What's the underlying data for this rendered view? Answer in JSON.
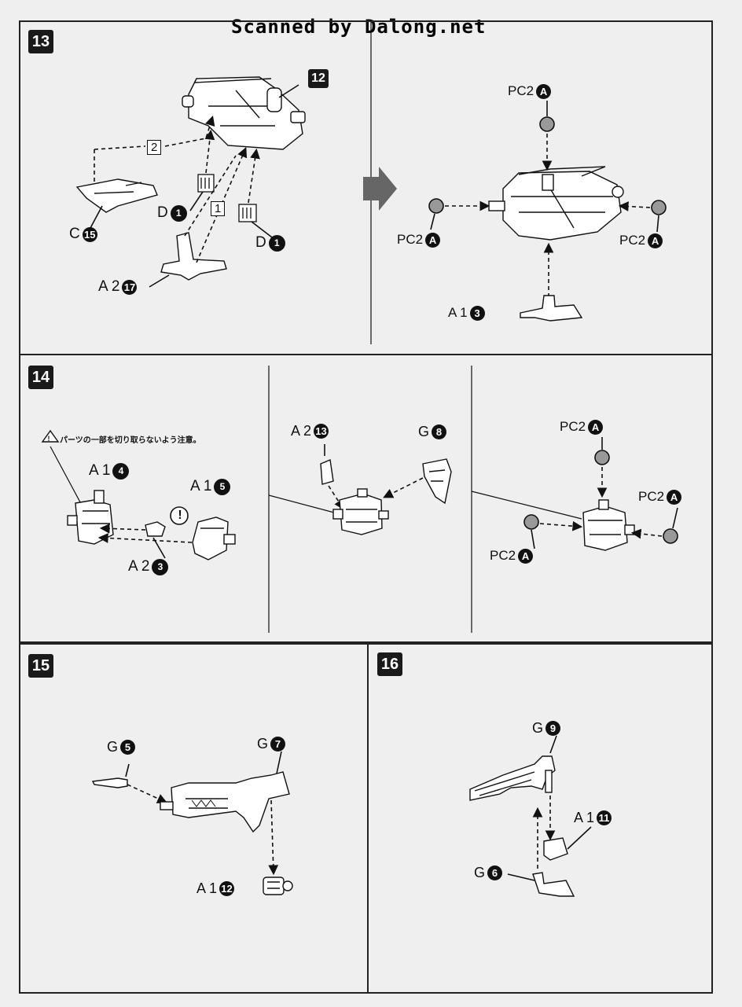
{
  "header": "Scanned by Dalong.net",
  "steps": {
    "s13": {
      "num": "13",
      "labels": {
        "p12": "12",
        "step2": "2",
        "step1": "1",
        "d1a": {
          "letter": "D",
          "num": "1"
        },
        "c15": {
          "letter": "C",
          "num": "15"
        },
        "d1b": {
          "letter": "D",
          "num": "1"
        },
        "a2_17": {
          "letter": "A 2",
          "num": "17"
        },
        "pc2_top": {
          "letter": "PC2",
          "num": "A"
        },
        "pc2_left": {
          "letter": "PC2",
          "num": "A"
        },
        "pc2_right": {
          "letter": "PC2",
          "num": "A"
        },
        "a1_3": {
          "letter": "A 1",
          "num": "3"
        }
      }
    },
    "s14": {
      "num": "14",
      "note": "パーツの一部を切り取らないよう注意。",
      "labels": {
        "a1_4": {
          "letter": "A 1",
          "num": "4"
        },
        "a1_5": {
          "letter": "A 1",
          "num": "5"
        },
        "a2_3": {
          "letter": "A 2",
          "num": "3"
        },
        "a2_13": {
          "letter": "A 2",
          "num": "13"
        },
        "g8": {
          "letter": "G",
          "num": "8"
        },
        "pc2_top": {
          "letter": "PC2",
          "num": "A"
        },
        "pc2_right": {
          "letter": "PC2",
          "num": "A"
        },
        "pc2_left": {
          "letter": "PC2",
          "num": "A"
        }
      },
      "warn": "!"
    },
    "s15": {
      "num": "15",
      "labels": {
        "g5": {
          "letter": "G",
          "num": "5"
        },
        "g7": {
          "letter": "G",
          "num": "7"
        },
        "a1_12": {
          "letter": "A 1",
          "num": "12"
        }
      }
    },
    "s16": {
      "num": "16",
      "labels": {
        "g9": {
          "letter": "G",
          "num": "9"
        },
        "a1_11": {
          "letter": "A 1",
          "num": "11"
        },
        "g6": {
          "letter": "G",
          "num": "6"
        }
      }
    }
  }
}
